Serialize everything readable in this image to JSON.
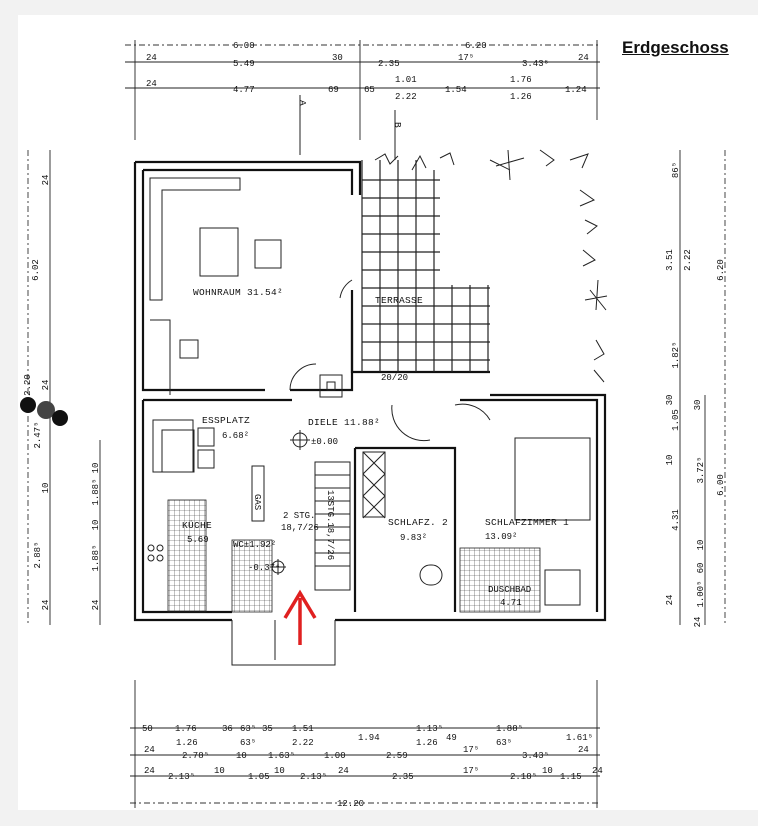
{
  "title": "Erdgeschoss",
  "section_markers": [
    "A",
    "B"
  ],
  "rooms": {
    "wohnraum": "WOHNRAUM 31.54²",
    "terrasse": "TERRASSE",
    "chimney": "20/20",
    "essplatz": "ESSPLATZ",
    "essplatz_area": "6.68²",
    "diele": "DIELE 11.88²",
    "diele_level": "±0.00",
    "stair_upper": "2 STG.",
    "stair_upper_dim": "18,7/26",
    "kueche": "KÜCHE",
    "kueche_area": "5.69",
    "gas": "GAS",
    "wc": "WC±1.92²",
    "entry_level": "-0.37⁴",
    "stair_main": "13STG.18,7/26",
    "schlafz2": "SCHLAFZ. 2",
    "schlafz2_area": "9.83²",
    "schlafz1": "SCHLAFZIMMER 1",
    "schlafz1_area": "13.09²",
    "duschbad": "DUSCHBAD",
    "duschbad_area": "4.71"
  },
  "dimensions": {
    "top": [
      "6.00",
      "6.20",
      "24",
      "5.49",
      "30",
      "2.35",
      "17⁵",
      "3.43⁵",
      "24",
      "24",
      "4.77",
      "69",
      "65",
      "1.01",
      "2.22",
      "1.54",
      "1.76",
      "1.26",
      "1.24"
    ],
    "bottom": [
      "50",
      "1.76",
      "36",
      "63⁵",
      "35",
      "1.51",
      "1.94",
      "1.13⁵",
      "49",
      "1.88⁵",
      "1.61⁵",
      "1.26",
      "63⁵",
      "2.22",
      "1.26",
      "63⁵",
      "24",
      "2.78⁵",
      "10",
      "1.63⁵",
      "1.00",
      "2.59",
      "17⁵",
      "3.43⁵",
      "24",
      "24",
      "2.13⁵",
      "10",
      "1.05",
      "10",
      "2.13⁵",
      "24",
      "2.35",
      "17⁵",
      "2.18⁵",
      "10",
      "1.15",
      "24",
      "12.20"
    ],
    "left": [
      "24",
      "6.02",
      "2.20",
      "24",
      "2.47⁵",
      "10",
      "2.88⁵",
      "24",
      "10",
      "1.88⁵",
      "10",
      "1.88⁵",
      "24"
    ],
    "right": [
      "86⁵",
      "3.51",
      "2.22",
      "1.82⁵",
      "30",
      "1.05",
      "10",
      "4.31",
      "24",
      "30",
      "3.72⁵",
      "10",
      "60",
      "1.00⁵",
      "24",
      "6.20",
      "6.00"
    ]
  },
  "colors": {
    "arrow": "#e02020",
    "lines": "#111111"
  }
}
